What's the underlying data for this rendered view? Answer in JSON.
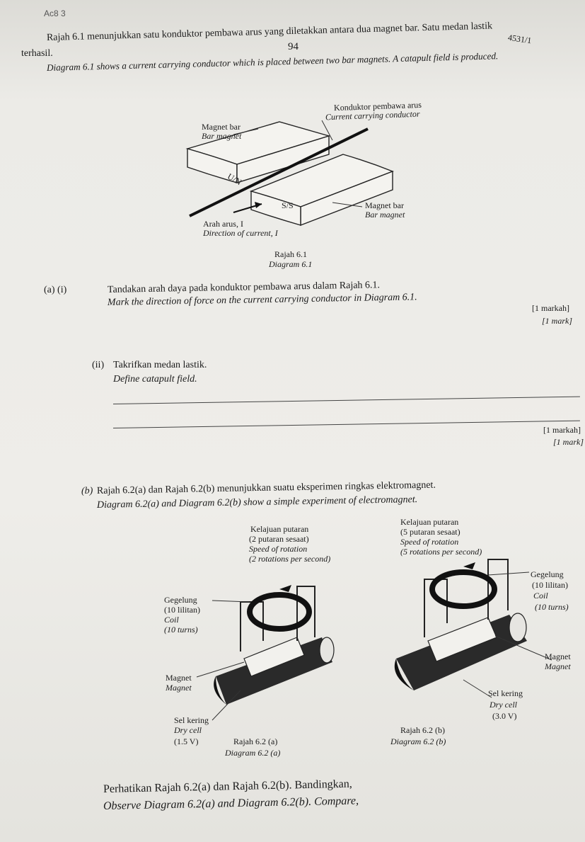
{
  "header": {
    "corner_note": "Ac8 3",
    "page_number": "94",
    "paper_code": "4531/1"
  },
  "intro": {
    "continued_word": "terhasil.",
    "malay": "Rajah 6.1 menunjukkan satu konduktor pembawa arus yang diletakkan antara dua magnet bar. Satu medan lastik",
    "english": "Diagram 6.1 shows a current carrying conductor which is placed between two bar magnets. A catapult field is produced."
  },
  "diagram_61": {
    "label_conductor_malay": "Konduktor pembawa arus",
    "label_conductor_english": "Current carrying conductor",
    "label_magnet_left_malay": "Magnet bar",
    "label_magnet_left_english": "Bar magnet",
    "pole_north": "U/N",
    "pole_south": "S/S",
    "label_magnet_right_malay": "Magnet bar",
    "label_magnet_right_english": "Bar magnet",
    "label_current_malay": "Arah arus, I",
    "label_current_english": "Direction of current, I",
    "caption_malay": "Rajah 6.1",
    "caption_english": "Diagram 6.1"
  },
  "question_a": {
    "i_label": "(a)  (i)",
    "i_malay": "Tandakan arah daya pada konduktor pembawa arus dalam Rajah 6.1.",
    "i_english": "Mark the direction of force on the current carrying conductor in Diagram 6.1.",
    "i_marks_malay": "[1 markah]",
    "i_marks_english": "[1 mark]",
    "ii_label": "(ii)",
    "ii_malay": "Takrifkan medan lastik.",
    "ii_english": "Define catapult field.",
    "ii_marks_malay": "[1 markah]",
    "ii_marks_english": "[1 mark]"
  },
  "question_b": {
    "label": "(b)",
    "malay": "Rajah 6.2(a) dan Rajah 6.2(b) menunjukkan suatu eksperimen ringkas elektromagnet.",
    "english": "Diagram 6.2(a) and Diagram 6.2(b) show a simple experiment of electromagnet."
  },
  "diagram_62a": {
    "speed_malay_1": "Kelajuan putaran",
    "speed_malay_2": "(2 putaran sesaat)",
    "speed_english_1": "Speed of rotation",
    "speed_english_2": "(2 rotations per second)",
    "coil_malay_1": "Gegelung",
    "coil_malay_2": "(10 lilitan)",
    "coil_english_1": "Coil",
    "coil_english_2": "(10 turns)",
    "magnet_malay": "Magnet",
    "magnet_english": "Magnet",
    "cell_malay": "Sel kering",
    "cell_english": "Dry cell",
    "cell_voltage": "(1.5 V)",
    "caption_malay": "Rajah 6.2 (a)",
    "caption_english": "Diagram 6.2 (a)"
  },
  "diagram_62b": {
    "speed_malay_1": "Kelajuan putaran",
    "speed_malay_2": "(5 putaran sesaat)",
    "speed_english_1": "Speed of rotation",
    "speed_english_2": "(5 rotations per second)",
    "coil_malay_1": "Gegelung",
    "coil_malay_2": "(10 lilitan)",
    "coil_english_1": "Coil",
    "coil_english_2": "(10 turns)",
    "magnet_malay": "Magnet",
    "magnet_english": "Magnet",
    "cell_malay": "Sel kering",
    "cell_english": "Dry cell",
    "cell_voltage": "(3.0 V)",
    "caption_malay": "Rajah 6.2 (b)",
    "caption_english": "Diagram 6.2 (b)"
  },
  "footer": {
    "malay": "Perhatikan Rajah 6.2(a) dan Rajah 6.2(b). Bandingkan,",
    "english": "Observe Diagram 6.2(a) and Diagram 6.2(b). Compare,"
  }
}
